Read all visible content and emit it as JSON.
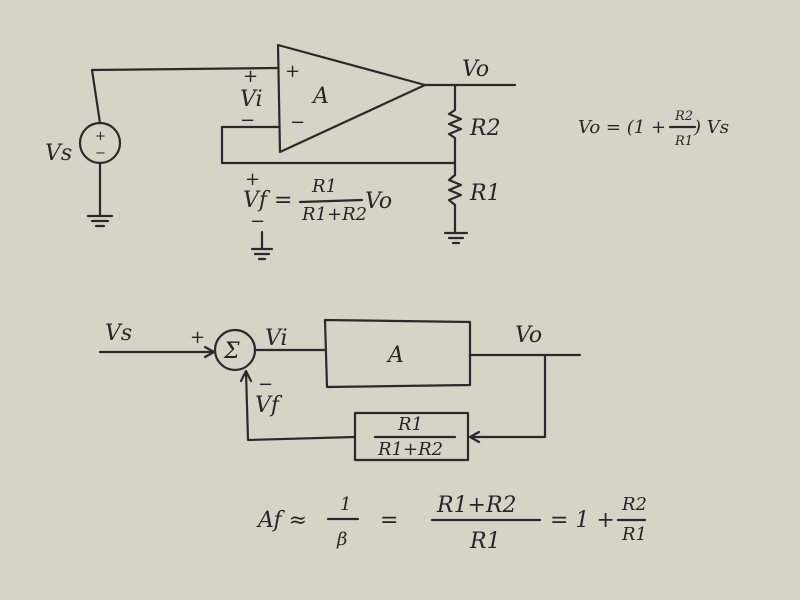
{
  "colors": {
    "paper": "#d6d4c6",
    "ink": "#2a2a2e"
  },
  "circuit": {
    "source_label": "Vs",
    "source_plus": "+",
    "source_minus": "−",
    "opamp_label": "A",
    "opamp_plus": "+",
    "opamp_minus": "−",
    "vi_plus": "+",
    "vi_label": "Vi",
    "vi_minus": "−",
    "output_label": "Vo",
    "r2_label": "R2",
    "r1_label": "R1",
    "vf_plus": "+",
    "vf_label": "Vf =",
    "vf_minus": "−",
    "vf_num": "R1",
    "vf_den": "R1+R2",
    "vf_suffix": "Vo",
    "gain_eq_left": "Vo = (1 +",
    "gain_eq_num": "R2",
    "gain_eq_den": "R1",
    "gain_eq_right": ") Vs"
  },
  "block_diagram": {
    "input_label": "Vs",
    "sum_symbol": "Σ",
    "sum_plus": "+",
    "sum_minus": "−",
    "vi_label": "Vi",
    "amp_label": "A",
    "output_label": "Vo",
    "vf_label": "Vf",
    "feedback_num": "R1",
    "feedback_den": "R1+R2"
  },
  "final_equation": {
    "lhs": "Af ≈",
    "t1_num": "1",
    "t1_den": "β",
    "eq1": "=",
    "t2_num": "R1+R2",
    "t2_den": "R1",
    "eq2": "= 1 +",
    "t3_num": "R2",
    "t3_den": "R1"
  }
}
